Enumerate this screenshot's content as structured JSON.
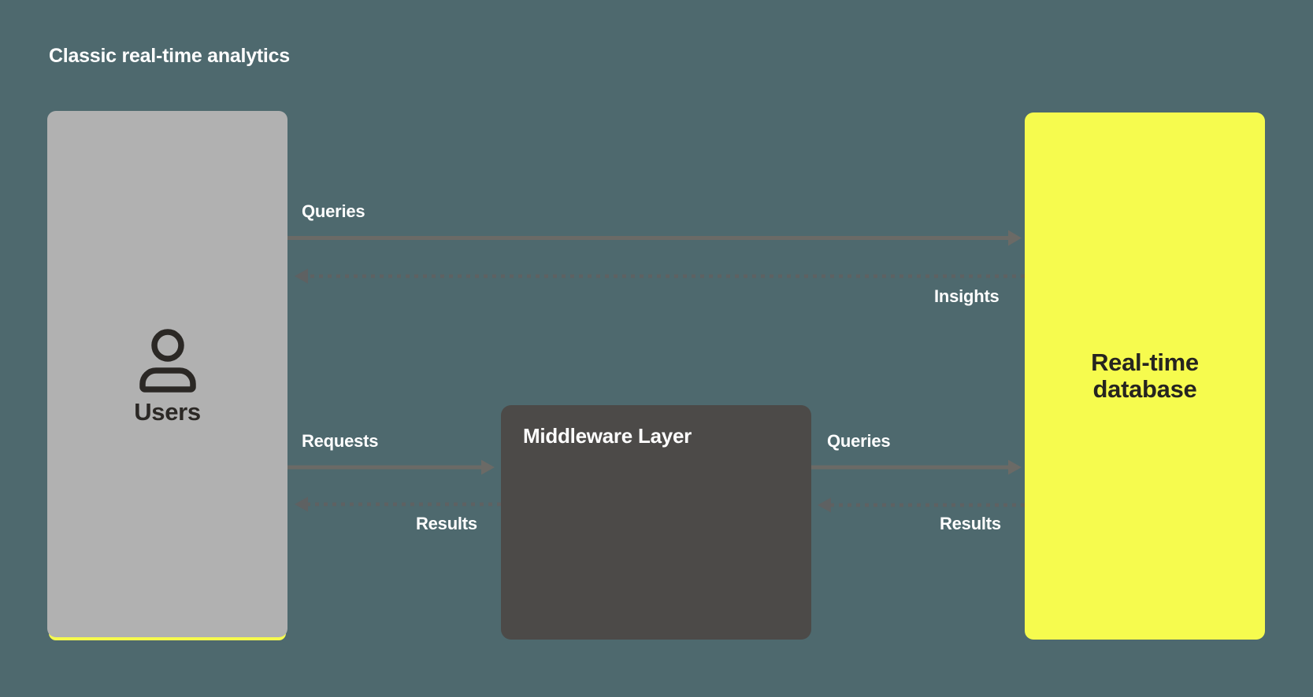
{
  "title": "Classic real-time analytics",
  "nodes": {
    "users": {
      "label": "Users",
      "icon": "user-icon"
    },
    "middleware": {
      "label": "Middleware Layer"
    },
    "database": {
      "label": "Real-time database"
    }
  },
  "edges": [
    {
      "id": "queries-top",
      "label": "Queries",
      "from": "users",
      "to": "database",
      "style": "solid"
    },
    {
      "id": "insights",
      "label": "Insights",
      "from": "database",
      "to": "users",
      "style": "dashed"
    },
    {
      "id": "requests",
      "label": "Requests",
      "from": "users",
      "to": "middleware",
      "style": "solid"
    },
    {
      "id": "results-left",
      "label": "Results",
      "from": "middleware",
      "to": "users",
      "style": "dashed"
    },
    {
      "id": "queries-middle",
      "label": "Queries",
      "from": "middleware",
      "to": "database",
      "style": "solid"
    },
    {
      "id": "results-right",
      "label": "Results",
      "from": "database",
      "to": "middleware",
      "style": "dashed"
    }
  ],
  "colors": {
    "background": "#4e696e",
    "users_card": "#b1b1b1",
    "middleware_card": "#4c4a48",
    "database_card": "#f6fb4e",
    "solid_arrow": "#6b6a66",
    "dashed_arrow": "#5e6162",
    "light_text": "#ffffff",
    "dark_text": "#2b2825"
  }
}
